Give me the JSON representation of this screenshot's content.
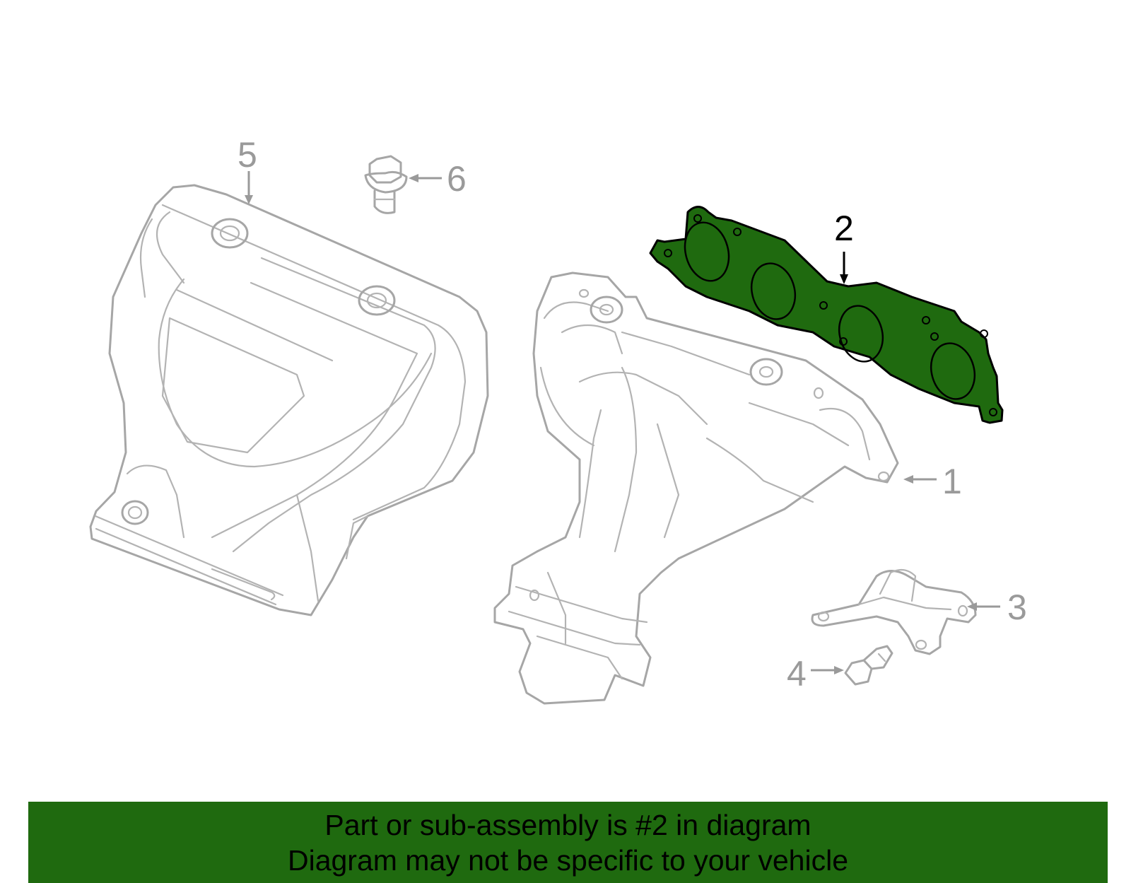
{
  "callouts": {
    "c1": "1",
    "c2": "2",
    "c3": "3",
    "c4": "4",
    "c5": "5",
    "c6": "6"
  },
  "highlighted_part": "2",
  "colors": {
    "highlight_fill": "#1f6a0f",
    "highlight_stroke": "#000000",
    "part_line": "#a6a6a6",
    "banner_bg": "#1f6a0f"
  },
  "banner": {
    "line1": "Part or sub-assembly is #2 in diagram",
    "line2": "Diagram may not be specific to your vehicle"
  }
}
